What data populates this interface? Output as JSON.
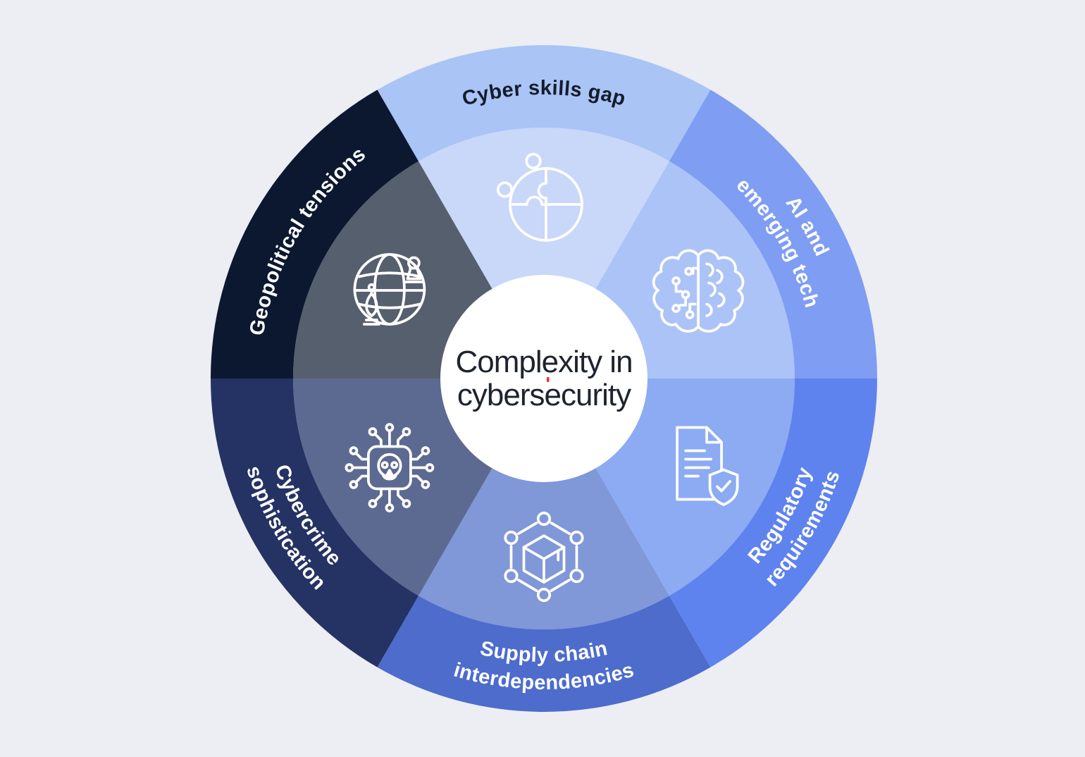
{
  "background_color": "#eceef3",
  "center": {
    "line1": "Complexity in",
    "line2": "cybersecurity",
    "text_color": "#1e242e",
    "circle_color": "#ffffff"
  },
  "artifact": {
    "color": "#e4372e"
  },
  "wheel": {
    "segments": [
      {
        "id": "cyber-skills-gap",
        "label_lines": [
          "Cyber skills gap"
        ],
        "band_color": "#a9c4f5",
        "inner_color": "#c9d7f8",
        "label_color": "#141c2b",
        "icon": "puzzle-icon"
      },
      {
        "id": "ai-and-emerging-tech",
        "label_lines": [
          "AI and",
          "emerging tech"
        ],
        "band_color": "#7e9df3",
        "inner_color": "#abc3f7",
        "label_color": "#ffffff",
        "icon": "brain-circuit-icon"
      },
      {
        "id": "regulatory-requirements",
        "label_lines": [
          "Regulatory",
          "requirements"
        ],
        "band_color": "#5e83ee",
        "inner_color": "#8cabf2",
        "label_color": "#ffffff",
        "icon": "document-shield-icon"
      },
      {
        "id": "supply-chain-interdependencies",
        "label_lines": [
          "Supply chain",
          "interdependencies"
        ],
        "band_color": "#4d6ccc",
        "inner_color": "#8097d8",
        "label_color": "#ffffff",
        "icon": "cube-network-icon"
      },
      {
        "id": "cybercrime-sophistication",
        "label_lines": [
          "Cybercrime",
          "sophistication"
        ],
        "band_color": "#253264",
        "inner_color": "#5c6a91",
        "label_color": "#ffffff",
        "icon": "chip-skull-icon"
      },
      {
        "id": "geopolitical-tensions",
        "label_lines": [
          "Geopolitical tensions"
        ],
        "band_color": "#0b1830",
        "inner_color": "#565f6e",
        "label_color": "#ffffff",
        "icon": "globe-chess-icon"
      }
    ]
  }
}
